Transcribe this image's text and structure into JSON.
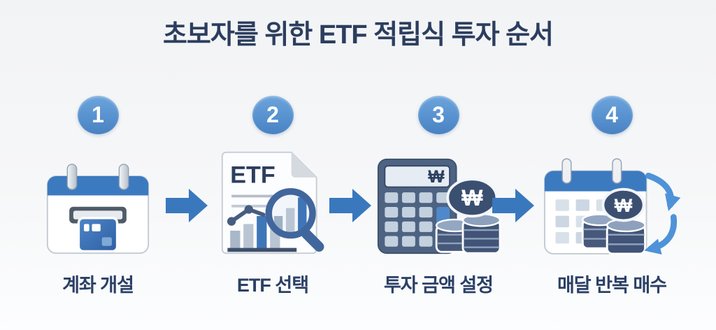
{
  "title": "초보자를 위한 ETF 적립식 투자 순서",
  "steps": [
    {
      "number": "1",
      "label": "계좌 개설",
      "icon": "account-card-icon"
    },
    {
      "number": "2",
      "label": "ETF 선택",
      "icon": "etf-document-magnifier-icon",
      "document_title": "ETF"
    },
    {
      "number": "3",
      "label": "투자 금액 설정",
      "icon": "calculator-coins-icon",
      "display_symbol": "₩",
      "coin_symbol": "₩"
    },
    {
      "number": "4",
      "label": "매달 반복 매수",
      "icon": "calendar-coins-repeat-icon",
      "coin_symbol": "₩"
    }
  ],
  "colors": {
    "background": "#f4f5f7",
    "title_text": "#2c3e5e",
    "label_text": "#2b4066",
    "step_badge": "#5b94d0",
    "flow_arrow": "#3a78bd",
    "accent_blue": "#3c7ac0",
    "calculator_body": "#4e6382",
    "coin_dark": "#3b5071",
    "repeat_arrow": "#4e92d8"
  }
}
